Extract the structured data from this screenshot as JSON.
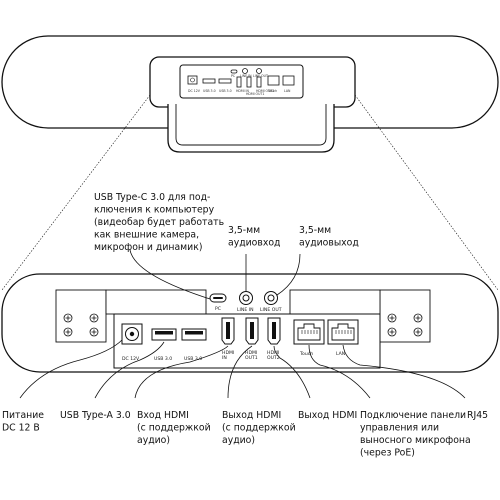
{
  "top_port_labels": {
    "pc": "PC",
    "line_in": "LINE IN",
    "line_out": "LINE OUT",
    "dc": "DC 12V",
    "usb1": "USB 3.0",
    "usb2": "USB 3.0",
    "hdmi_in": "HDMI IN",
    "hdmi_out1": "HDMI OUT1",
    "hdmi_out2": "HDMI OUT2",
    "touch": "Touch",
    "lan": "LAN"
  },
  "panel_labels": {
    "pc": "PC",
    "line_in": "LINE IN",
    "line_out": "LINE OUT",
    "dc": "DC 12V",
    "usb1": "USB 3.0",
    "usb2": "USB 3.0",
    "hdmi_in": "HDMI\nIN",
    "hdmi_out1": "HDMI\nOUT1",
    "hdmi_out2": "HDMI\nOUT2",
    "touch": "Touch",
    "lan": "LAN"
  },
  "callouts": {
    "usb_c": "USB Type-C 3.0 для под-\nключения к компьютеру\n(видеобар будет работать\nкак внешние камера,\nмикрофон и динамик)",
    "audio_in": "3,5-мм\nаудиовход",
    "audio_out": "3,5-мм\nаудиовыход",
    "power": "Питание\nDC 12 В",
    "usb_a": "USB Type-A 3.0",
    "hdmi_in": "Вход HDMI\n(с поддержкой\nаудио)",
    "hdmi_out1": "Выход HDMI\n(с поддержкой\nаудио)",
    "hdmi_out2": "Выход HDMI",
    "touch_panel": "Подключение панели\nуправления или\nвыносного микрофона\n(через PoE)",
    "rj45": "RJ45"
  }
}
